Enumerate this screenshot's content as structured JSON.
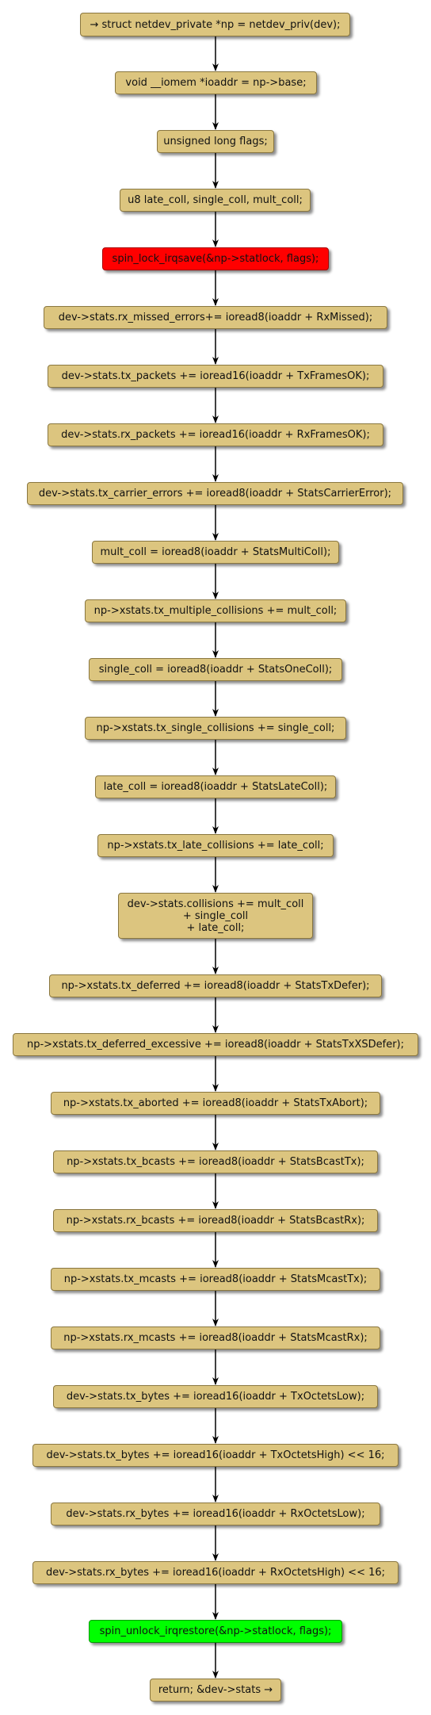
{
  "diagram": {
    "nodes": [
      {
        "id": "n1",
        "text": "→ struct netdev_private *np = netdev_priv(dev);",
        "kind": "normal"
      },
      {
        "id": "n2",
        "text": "void __iomem *ioaddr = np->base;",
        "kind": "normal"
      },
      {
        "id": "n3",
        "text": "unsigned long flags;",
        "kind": "normal"
      },
      {
        "id": "n4",
        "text": "u8 late_coll, single_coll, mult_coll;",
        "kind": "normal"
      },
      {
        "id": "n5",
        "text": "spin_lock_irqsave(&np->statlock, flags);",
        "kind": "lock"
      },
      {
        "id": "n6",
        "text": "dev->stats.rx_missed_errors+= ioread8(ioaddr + RxMissed);",
        "kind": "normal"
      },
      {
        "id": "n7",
        "text": "dev->stats.tx_packets += ioread16(ioaddr + TxFramesOK);",
        "kind": "normal"
      },
      {
        "id": "n8",
        "text": "dev->stats.rx_packets += ioread16(ioaddr + RxFramesOK);",
        "kind": "normal"
      },
      {
        "id": "n9",
        "text": "dev->stats.tx_carrier_errors += ioread8(ioaddr + StatsCarrierError);",
        "kind": "normal"
      },
      {
        "id": "n10",
        "text": "mult_coll = ioread8(ioaddr + StatsMultiColl);",
        "kind": "normal"
      },
      {
        "id": "n11",
        "text": "np->xstats.tx_multiple_collisions += mult_coll;",
        "kind": "normal"
      },
      {
        "id": "n12",
        "text": "single_coll = ioread8(ioaddr + StatsOneColl);",
        "kind": "normal"
      },
      {
        "id": "n13",
        "text": "np->xstats.tx_single_collisions += single_coll;",
        "kind": "normal"
      },
      {
        "id": "n14",
        "text": "late_coll = ioread8(ioaddr + StatsLateColl);",
        "kind": "normal"
      },
      {
        "id": "n15",
        "text": "np->xstats.tx_late_collisions += late_coll;",
        "kind": "normal"
      },
      {
        "id": "n16",
        "text": "dev->stats.collisions += mult_coll\n+ single_coll\n+ late_coll;",
        "kind": "normal"
      },
      {
        "id": "n17",
        "text": "np->xstats.tx_deferred += ioread8(ioaddr + StatsTxDefer);",
        "kind": "normal"
      },
      {
        "id": "n18",
        "text": "np->xstats.tx_deferred_excessive += ioread8(ioaddr + StatsTxXSDefer);",
        "kind": "normal"
      },
      {
        "id": "n19",
        "text": "np->xstats.tx_aborted += ioread8(ioaddr + StatsTxAbort);",
        "kind": "normal"
      },
      {
        "id": "n20",
        "text": "np->xstats.tx_bcasts += ioread8(ioaddr + StatsBcastTx);",
        "kind": "normal"
      },
      {
        "id": "n21",
        "text": "np->xstats.rx_bcasts += ioread8(ioaddr + StatsBcastRx);",
        "kind": "normal"
      },
      {
        "id": "n22",
        "text": "np->xstats.tx_mcasts += ioread8(ioaddr + StatsMcastTx);",
        "kind": "normal"
      },
      {
        "id": "n23",
        "text": "np->xstats.rx_mcasts += ioread8(ioaddr + StatsMcastRx);",
        "kind": "normal"
      },
      {
        "id": "n24",
        "text": "dev->stats.tx_bytes += ioread16(ioaddr + TxOctetsLow);",
        "kind": "normal"
      },
      {
        "id": "n25",
        "text": "dev->stats.tx_bytes += ioread16(ioaddr + TxOctetsHigh) << 16;",
        "kind": "normal"
      },
      {
        "id": "n26",
        "text": "dev->stats.rx_bytes += ioread16(ioaddr + RxOctetsLow);",
        "kind": "normal"
      },
      {
        "id": "n27",
        "text": "dev->stats.rx_bytes += ioread16(ioaddr + RxOctetsHigh) << 16;",
        "kind": "normal"
      },
      {
        "id": "n28",
        "text": "spin_unlock_irqrestore(&np->statlock, flags);",
        "kind": "unlock"
      },
      {
        "id": "n29",
        "text": "return; &dev->stats →",
        "kind": "normal"
      }
    ],
    "colors": {
      "node_fill": "#dcc57f",
      "lock_fill": "#ff0000",
      "unlock_fill": "#00ff00",
      "edge": "#000000"
    }
  }
}
